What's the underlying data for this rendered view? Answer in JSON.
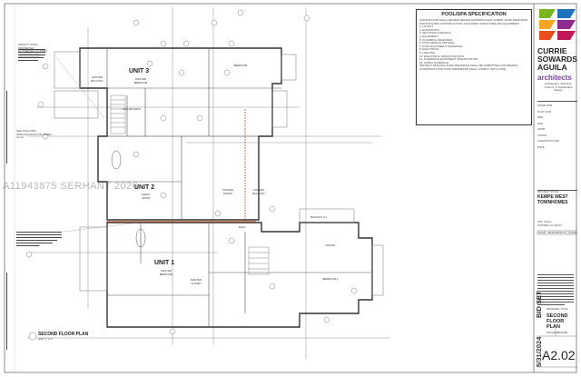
{
  "watermark": "A11943875  SERHANT 2026",
  "spec": {
    "title": "POOL/SPA SPECIFICATION",
    "lines": [
      "CONTRACTOR SHALL REVIEW DESIGN DRAWINGS AND SUBMIT SHOP DRAWINGS",
      "FOR POOL/SPA CONSTRUCTION, INCLUDING STRUCTURE AND EQUIPMENT.",
      "1. LAYOUT",
      "2. ELEVATIONS",
      "3. SECTIONS & DETAILS",
      "4. EQUIPMENT",
      "5. PLUMBING DRAWINGS",
      "6. POOL DESIGN CRITERIA",
      "7. POOL EQUIPMENT SCHEDULE",
      "8. ELECTRICAL",
      "9. LIGHTING",
      "10. ELECTRICAL SPECIFICATIONS",
      "11. ALTERNATE EQUIPMENT SPECIFICATION",
      "12. FINISH SCHEDULE",
      "PROJECT SPECIFIC SHOP DRAWINGS SHALL BE SUBMITTED FOR REVIEW.",
      "GUARDRAILS AND POOL PERIMETER SHALL COMPLY WITH CODE."
    ]
  },
  "firm": {
    "name_lines": [
      "CURRIE",
      "SOWARDS",
      "AGUILA"
    ],
    "sub": "architects",
    "tagline": "Architecture, Planning, Interiors, & Sustainable Design",
    "brand_colors": [
      "#7ab51d",
      "#1e73be",
      "#f5a623",
      "#e94e1b",
      "#8e2a8f",
      "#c2185b"
    ]
  },
  "title_block": {
    "fields": [
      "ISSUE FOR",
      "PLOT FOR",
      "DRD",
      "CHK",
      "APPR",
      "CONST",
      "CONSTRUCTION",
      "DATE"
    ],
    "project_label": "PROJECT TITLE",
    "project": [
      "KEMPE WEST",
      "TOWNHOMES"
    ],
    "address": [
      "XXX XLAIA",
      "JUPITER, FL 33477"
    ],
    "revision_headers": [
      "NUM",
      "DESCRIPTION",
      "DATE"
    ],
    "status": "BID SET",
    "date_vertical": "5/31/2024",
    "drawing_title_label": "DRAWING TITLE",
    "drawing_title": [
      "SECOND FLOOR",
      "PLAN"
    ],
    "date": "5/31/2024",
    "drawn_by": "JG/KMB",
    "sheet_number": "A2.02"
  },
  "plan": {
    "title": "SECOND FLOOR PLAN",
    "scale": "3/16\" = 1'-0\"",
    "units": [
      "UNIT 3",
      "UNIT 2",
      "UNIT 1"
    ],
    "rooms": {
      "master_bedroom_3": "MASTER BEDROOM",
      "master_balcony": "MASTER BALCONY",
      "master_bath": "MASTER BATH",
      "bedroom": "BEDROOM",
      "family_room": "FAMILY ROOM",
      "kitchen": "KITCHEN DINING",
      "kitchen_balcony": "KITCHEN BALCONY",
      "master_bedroom_1": "MASTER BEDROOM",
      "master_closet": "MASTER CLOSET",
      "office": "OFFICE",
      "bedroom_4": "BEDROOM 4",
      "balcony": "BALCONY 2.1",
      "elev": "ELEV."
    },
    "notes": [
      "GRAVITY POOL, PERIMETER GUTTER/SPA SYSTEM - SEE POOL/SPA SPECIFICATION",
      "SEE POOL/SPA SPECIFICATION ON SHEET A2.10"
    ]
  }
}
